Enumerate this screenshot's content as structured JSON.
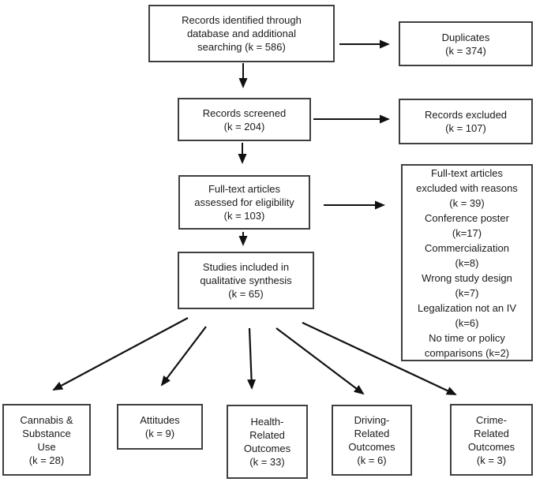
{
  "figure": {
    "title": "Study selection flow diagram",
    "boxes": {
      "records_identified": "Records identified through\ndatabase and additional\nsearching (k = 586)",
      "duplicates": "Duplicates\n(k = 374)",
      "records_screened": "Records screened\n(k = 204)",
      "records_excluded": "Records excluded\n(k = 107)",
      "fulltext_assessed": "Full-text articles\nassessed for eligibility\n(k = 103)",
      "fulltext_excluded": "Full-text articles\nexcluded with reasons\n(k = 39)\nConference poster\n(k=17)\nCommercialization\n(k=8)\nWrong study design\n(k=7)\nLegalization not an IV\n(k=6)\nNo time or policy\ncomparisons (k=2)",
      "studies_included": "Studies included in\nqualitative synthesis\n(k = 65)",
      "cannabis_substance_use": "Cannabis &\nSubstance\nUse\n(k = 28)",
      "attitudes": "Attitudes\n(k = 9)",
      "health_related_outcomes": "Health-\nRelated\nOutcomes\n(k = 33)",
      "driving_related_outcomes": "Driving-\nRelated\nOutcomes\n(k = 6)",
      "crime_related_outcomes": "Crime-\nRelated\nOutcomes\n(k = 3)"
    },
    "colors": {
      "border": "#3f3f3f",
      "arrow": "#111111",
      "background": "#ffffff",
      "text": "#1a1a1a"
    }
  }
}
